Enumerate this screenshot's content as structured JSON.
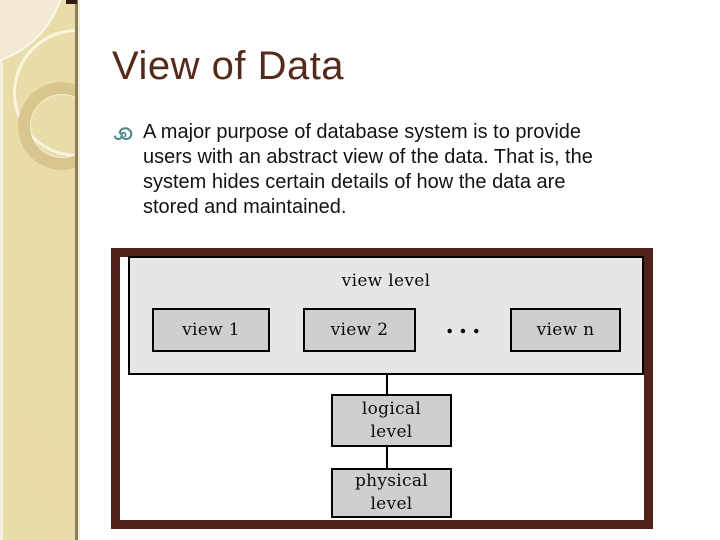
{
  "slide": {
    "title": "View of Data",
    "bullet": {
      "lines": [
        "A major purpose of database system is to provide",
        "users with an abstract view of the data. That is, the",
        "system hides certain details of how the data are",
        "stored and maintained."
      ]
    }
  },
  "diagram": {
    "view_level_label": "view level",
    "view_boxes": [
      "view 1",
      "view 2",
      "view n"
    ],
    "ellipsis": "...",
    "logical_label": [
      "logical",
      "level"
    ],
    "physical_label": [
      "physical",
      "level"
    ]
  },
  "colors": {
    "title_brown": "#552A1B",
    "frame_brown": "#4F231A",
    "bullet_teal": "#4E8886",
    "band_beige": "#E9DBA6",
    "band_light_circle": "#F2EAD3",
    "band_ring_tan": "#D9C58E",
    "band_edge": "#8C7F58",
    "container_gray": "#E7E6E4",
    "box_gray": "#CFCFCD",
    "diagram_text": "#0A0A0A",
    "body_text": "#131313"
  }
}
